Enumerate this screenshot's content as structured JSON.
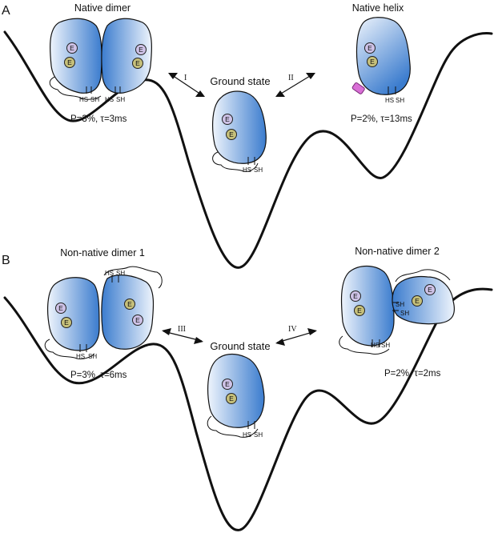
{
  "panels": [
    {
      "label": "A",
      "left_state": {
        "title": "Native dimer",
        "stats": "P=3%, τ=3ms"
      },
      "center_state": {
        "title": "Ground state"
      },
      "right_state": {
        "title": "Native helix",
        "stats": "P=2%, τ=13ms"
      },
      "left_arrow_label": "I",
      "right_arrow_label": "II"
    },
    {
      "label": "B",
      "left_state": {
        "title": "Non-native dimer 1",
        "stats": "P=3%, τ=6ms"
      },
      "center_state": {
        "title": "Ground state"
      },
      "right_state": {
        "title": "Non-native dimer 2",
        "stats": "P=2%, τ=2ms"
      },
      "left_arrow_label": "III",
      "right_arrow_label": "IV"
    }
  ],
  "residue_labels": {
    "hs": "HS",
    "sh": "SH",
    "e": "E"
  },
  "colors": {
    "protein_light": "#eaf2fc",
    "protein_dark": "#3e7fcf",
    "e_purple": "#cfc3e8",
    "e_olive": "#c6c07a",
    "helix_magenta": "#d96fd6",
    "line": "#111111"
  }
}
